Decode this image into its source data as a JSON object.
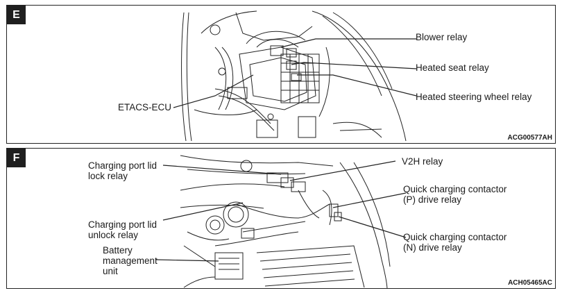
{
  "panel_e": {
    "badge": "E",
    "labels": {
      "blower_relay": "Blower relay",
      "heated_seat_relay": "Heated seat relay",
      "heated_steering_wheel_relay": "Heated steering wheel relay",
      "etacs_ecu": "ETACS-ECU"
    },
    "code": "ACG00577AH"
  },
  "panel_f": {
    "badge": "F",
    "labels": {
      "charging_port_lid_lock_relay": "Charging port lid\nlock relay",
      "v2h_relay": "V2H relay",
      "quick_charging_p": "Quick charging contactor\n(P) drive relay",
      "charging_port_lid_unlock_relay": "Charging port lid\nunlock relay",
      "quick_charging_n": "Quick charging contactor\n(N) drive relay",
      "battery_management_unit": "Battery\nmanagement\nunit"
    },
    "code": "ACH05465AC"
  }
}
